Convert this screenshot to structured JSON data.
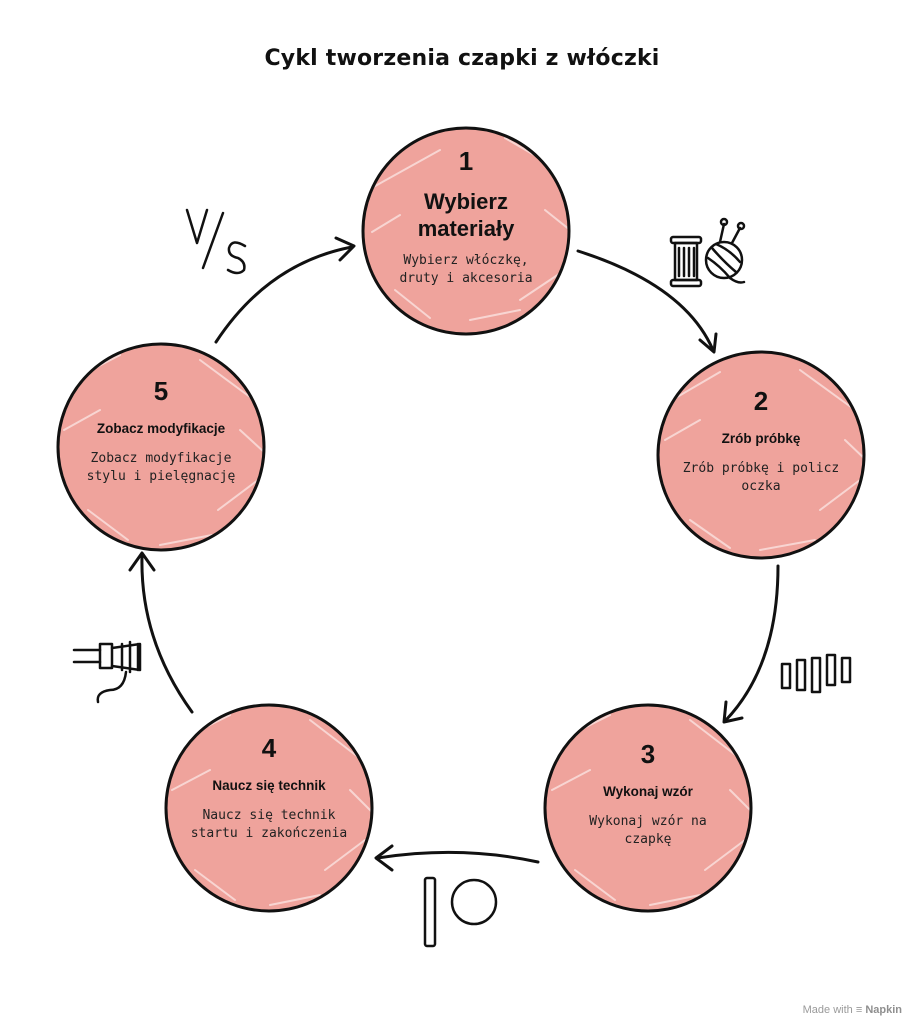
{
  "title": "Cykl tworzenia czapki z włóczki",
  "steps": [
    {
      "number": "1",
      "title_lines": [
        "Wybierz",
        "materiały"
      ],
      "description_lines": [
        "Wybierz włóczkę,",
        "druty i akcesoria"
      ]
    },
    {
      "number": "2",
      "title_lines": [
        "Zrób próbkę"
      ],
      "description_lines": [
        "Zrób próbkę i policz",
        "oczka"
      ]
    },
    {
      "number": "3",
      "title_lines": [
        "Wykonaj wzór"
      ],
      "description_lines": [
        "Wykonaj wzór na",
        "czapkę"
      ]
    },
    {
      "number": "4",
      "title_lines": [
        "Naucz się technik"
      ],
      "description_lines": [
        "Naucz się technik",
        "startu i zakończenia"
      ]
    },
    {
      "number": "5",
      "title_lines": [
        "Zobacz modyfikacje"
      ],
      "description_lines": [
        "Zobacz modyfikacje",
        "stylu i pielęgnację"
      ]
    }
  ],
  "icons": [
    "vs-icon",
    "thread-and-yarn-icon",
    "bars-icon",
    "knitting-pattern-icon",
    "plug-cable-icon"
  ],
  "colors": {
    "circle_fill": "#EFA39C",
    "circle_stroke": "#111111",
    "arrow": "#111111",
    "text": "#111111"
  },
  "footer": {
    "prefix": "Made with",
    "brand": "Napkin"
  }
}
